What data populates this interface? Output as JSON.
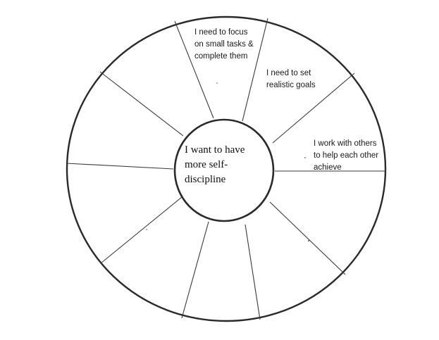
{
  "center": {
    "text": "I want to have\nmore self-\ndiscipline"
  },
  "segments": [
    {
      "text": "I need to focus\non small tasks &\ncomplete them"
    },
    {
      "text": "I need to set\nrealistic goals"
    },
    {
      "text": "I work with others\nto help each other\nachieve"
    }
  ]
}
